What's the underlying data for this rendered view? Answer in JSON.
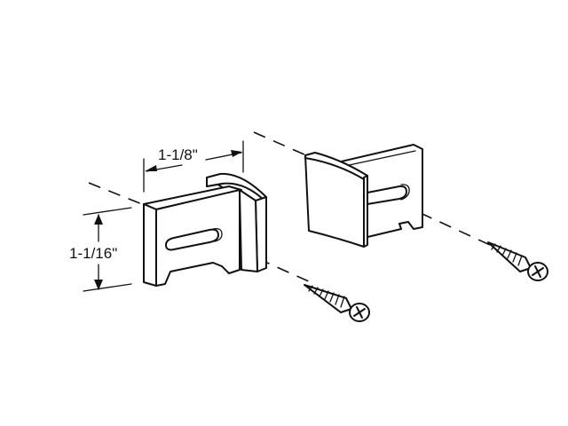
{
  "diagram": {
    "title": "Shower door guide parts with mounting screws",
    "dimensions": {
      "width_label": "1-1/8\"",
      "height_label": "1-1/16\""
    },
    "parts": [
      {
        "name": "left-guide-block",
        "description": "guide with slot, front view"
      },
      {
        "name": "right-guide-block",
        "description": "guide with curved cap, rear view"
      },
      {
        "name": "screw-left",
        "description": "phillips flat-head screw"
      },
      {
        "name": "screw-right",
        "description": "phillips flat-head screw"
      }
    ],
    "colors": {
      "line": "#111111",
      "background": "#ffffff"
    }
  }
}
